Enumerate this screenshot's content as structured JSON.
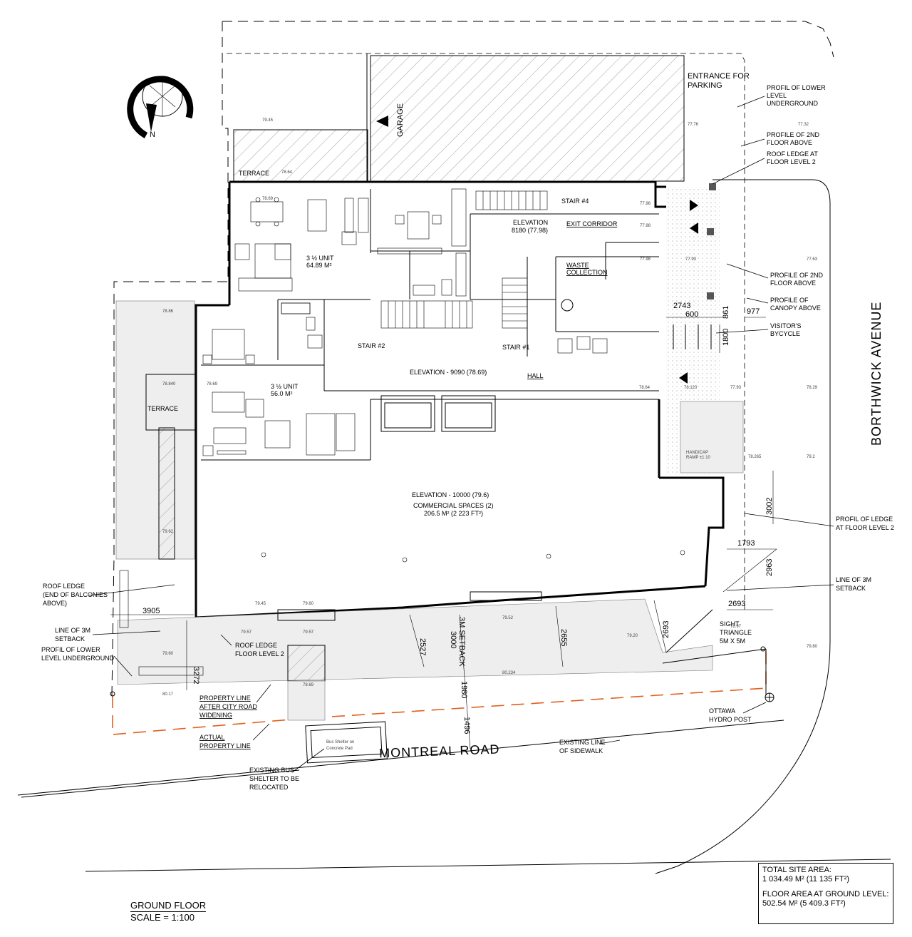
{
  "drawing": {
    "title": "GROUND FLOOR",
    "scale": "SCALE = 1:100",
    "north": "N"
  },
  "streets": {
    "south": "MONTREAL ROAD",
    "east": "BORTHWICK AVENUE"
  },
  "site_summary": {
    "site_area_label": "TOTAL SITE AREA:",
    "site_area_value": "1 034.49 M² (11 135 FT²)",
    "floor_area_label": "FLOOR AREA AT GROUND LEVEL:",
    "floor_area_value": "502.54 M² (5 409.3 FT²)"
  },
  "spaces": {
    "garage": "GARAGE",
    "entrance_line1": "ENTRANCE FOR",
    "entrance_line2": "PARKING",
    "terrace_north": "TERRACE",
    "terrace_west": "TERRACE",
    "stair4": "STAIR #4",
    "stair2": "STAIR #2",
    "stair1": "STAIR #1",
    "exit_corridor": "EXIT CORRIDOR",
    "waste_line1": "WASTE",
    "waste_line2": "COLLECTION",
    "elev_core_line1": "ELEVATION",
    "elev_core_line2": "8180 (77.98)",
    "unit1_line1": "3 ½ UNIT",
    "unit1_line2": "64.89 M²",
    "unit2_line1": "3 ½ UNIT",
    "unit2_line2": "56.0 M²",
    "hall": "HALL",
    "hall_elev": "ELEVATION - 9090 (78.69)",
    "commercial_line1": "ELEVATION - 10000 (79.6)",
    "commercial_line2": "COMMERCIAL SPACES (2)",
    "commercial_line3": "206.5 M² (2 223 FT²)",
    "ramp_line1": "HANDICAP",
    "ramp_line2": "RAMP ±1:10",
    "bus_line1": "Bus Shelter on",
    "bus_line2": "Concrete Pad"
  },
  "notes": {
    "lower_level_ug": [
      "PROFIL OF LOWER",
      "LEVEL",
      "UNDERGROUND"
    ],
    "profile_2nd_top": [
      "PROFILE OF 2ND",
      "FLOOR ABOVE"
    ],
    "roof_ledge_l2": [
      "ROOF LEDGE AT",
      "FLOOR LEVEL 2"
    ],
    "profile_2nd_mid": [
      "PROFILE OF 2ND",
      "FLOOR ABOVE"
    ],
    "canopy": [
      "PROFILE OF",
      "CANOPY ABOVE"
    ],
    "bicycle": [
      "VISITOR'S",
      "BYCYCLE"
    ],
    "ledge_l2_east": [
      "PROFIL OF LEDGE",
      "AT FLOOR LEVEL 2"
    ],
    "setback_east": [
      "LINE OF 3M",
      "SETBACK"
    ],
    "sight_triangle": [
      "SIGHT",
      "TRIANGLE",
      "5M X 5M"
    ],
    "roof_ledge_balc": [
      "ROOF LEDGE",
      "(END OF BALCONIES",
      "ABOVE)"
    ],
    "setback_west": [
      "LINE OF 3M",
      "SETBACK"
    ],
    "lower_level_ug_west": [
      "PROFIL OF LOWER",
      "LEVEL UNDERGROUND"
    ],
    "roof_ledge_fl2": [
      "ROOF LEDGE",
      "FLOOR LEVEL 2"
    ],
    "property_after": [
      "PROPERTY LINE",
      "AFTER CITY ROAD",
      "WIDENING"
    ],
    "actual_property": [
      "ACTUAL",
      "PROPERTY LINE"
    ],
    "bus_shelter": [
      "EXISTING BUS",
      "SHELTER TO BE",
      "RELOCATED"
    ],
    "hydro": [
      "OTTAWA",
      "HYDRO POST"
    ],
    "sidewalk": [
      "EXISTING LINE",
      "OF SIDEWALK"
    ],
    "setback_3m_vert": [
      "3M SETBACK",
      "3000"
    ]
  },
  "dimensions": {
    "d2743": "2743",
    "d600": "600",
    "d861": "861",
    "d977": "977",
    "d1800": "1800",
    "d3002": "3002",
    "d1793": "1793",
    "d2963": "2963",
    "d2693a": "2693",
    "d2693b": "2693",
    "d3905": "3905",
    "d3272": "3272",
    "d2527": "2527",
    "d2655": "2655",
    "d1980": "1980",
    "d1496": "1496"
  },
  "spot_elevations": [
    "79.45",
    "78.64",
    "77.76",
    "77.32",
    "77.98",
    "77.98",
    "77.98",
    "77.93",
    "77.63",
    "78.86",
    "78.69",
    "78.840",
    "78.69",
    "78.64",
    "78.120",
    "77.93",
    "78.29",
    "78.265",
    "79.2",
    "79.62",
    "79.60",
    "79.45",
    "79.57",
    "79.60",
    "79.57",
    "79.52",
    "79.20",
    "78.97",
    "79.80",
    "80.234",
    "80.17",
    "78.69"
  ]
}
